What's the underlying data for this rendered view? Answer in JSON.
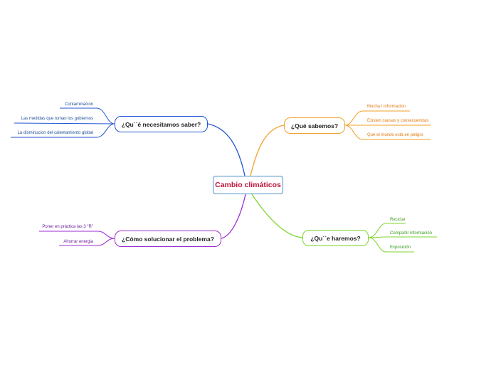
{
  "central": {
    "label": "Cambio climáticos",
    "color": "#c0143c",
    "border": "#4a90c8"
  },
  "branches": [
    {
      "id": "necesitamos",
      "label": "¿Qu´´é necesitamos saber?",
      "color": "#2255d4",
      "leaf_color": "#1f4f9a",
      "children": [
        "Contaminacion",
        "Las medidas que toman los gobiernos",
        "La disminucion del calentamiento global"
      ]
    },
    {
      "id": "sabemos",
      "label": "¿Qué sabemos?",
      "color": "#f2a12a",
      "leaf_color": "#e07b10",
      "children": [
        "Mucha I informacion",
        "Existen causas y consecuencias",
        "Que el mundo esta en peligro"
      ]
    },
    {
      "id": "solucionar",
      "label": "¿Cómo solucionar el problema?",
      "color": "#9b2fd1",
      "leaf_color": "#6a1f9a",
      "children": [
        "Poner en práctica las 3 \"R\"",
        "Ahorrar energia"
      ]
    },
    {
      "id": "haremos",
      "label": "¿Qu´´e haremos?",
      "color": "#7fd62a",
      "leaf_color": "#3a9a1f",
      "children": [
        "Reciclar",
        "Compartir información",
        "Exposición"
      ]
    }
  ]
}
